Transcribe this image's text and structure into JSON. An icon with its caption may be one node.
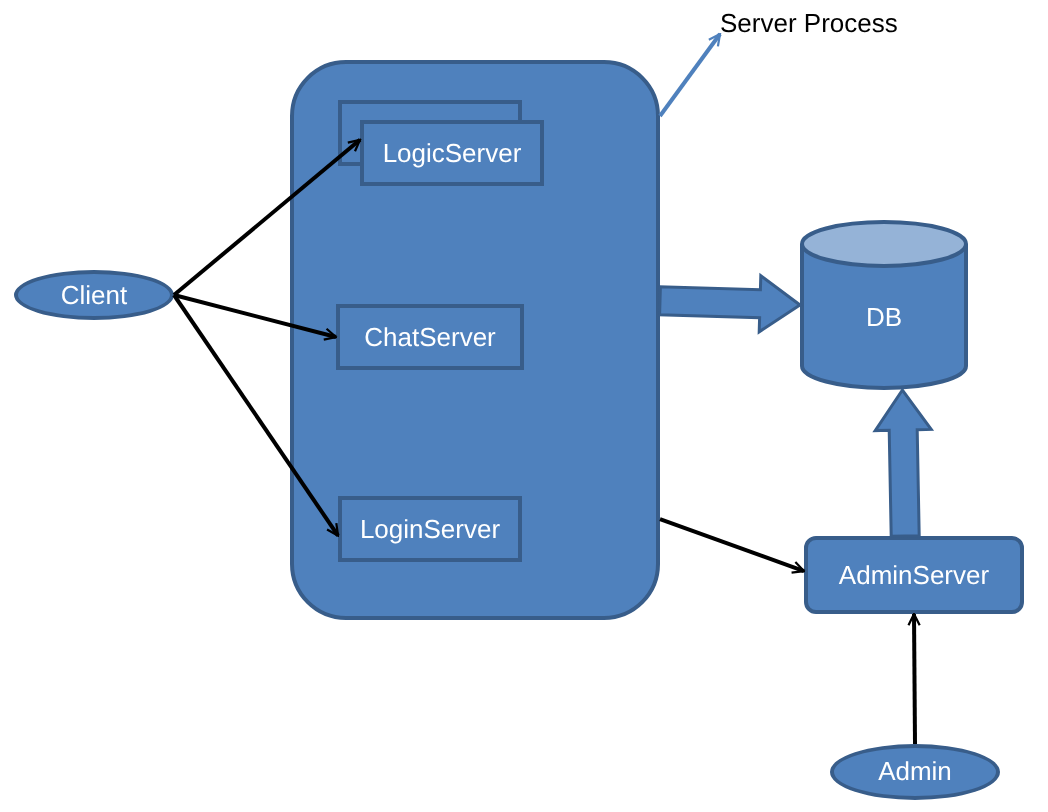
{
  "diagram": {
    "nodes": [
      {
        "text": [
          "Server Process"
        ]
      },
      {
        "text": [],
        "shape": "box"
      },
      {
        "text": [
          "LogicServer"
        ],
        "in": 1
      },
      {
        "text": [
          "ChatServer"
        ],
        "in": 1
      },
      {
        "text": [
          "LoginServer"
        ],
        "in": 1
      },
      {
        "text": [
          "Client"
        ]
      },
      {
        "text": [
          "DB"
        ]
      },
      {
        "text": [
          "AdminServer"
        ]
      },
      {
        "text": [
          "Admin"
        ]
      }
    ],
    "edges": [
      {
        "from": 1,
        "to": 0,
        "arrow": "to",
        "color": "#4f81bd"
      },
      {
        "from": 5,
        "to": 2,
        "arrow": "to"
      },
      {
        "from": 5,
        "to": 3,
        "arrow": "to"
      },
      {
        "from": 5,
        "to": 4,
        "arrow": "to"
      },
      {
        "from": 1,
        "to": 6,
        "arrow": "to",
        "style": "thick",
        "color": "#4f81bd"
      },
      {
        "from": 1,
        "to": 7,
        "arrow": "to"
      },
      {
        "from": 7,
        "to": 6,
        "arrow": "to",
        "style": "thick",
        "color": "#4f81bd"
      },
      {
        "from": 8,
        "to": 7,
        "arrow": "to"
      }
    ]
  }
}
